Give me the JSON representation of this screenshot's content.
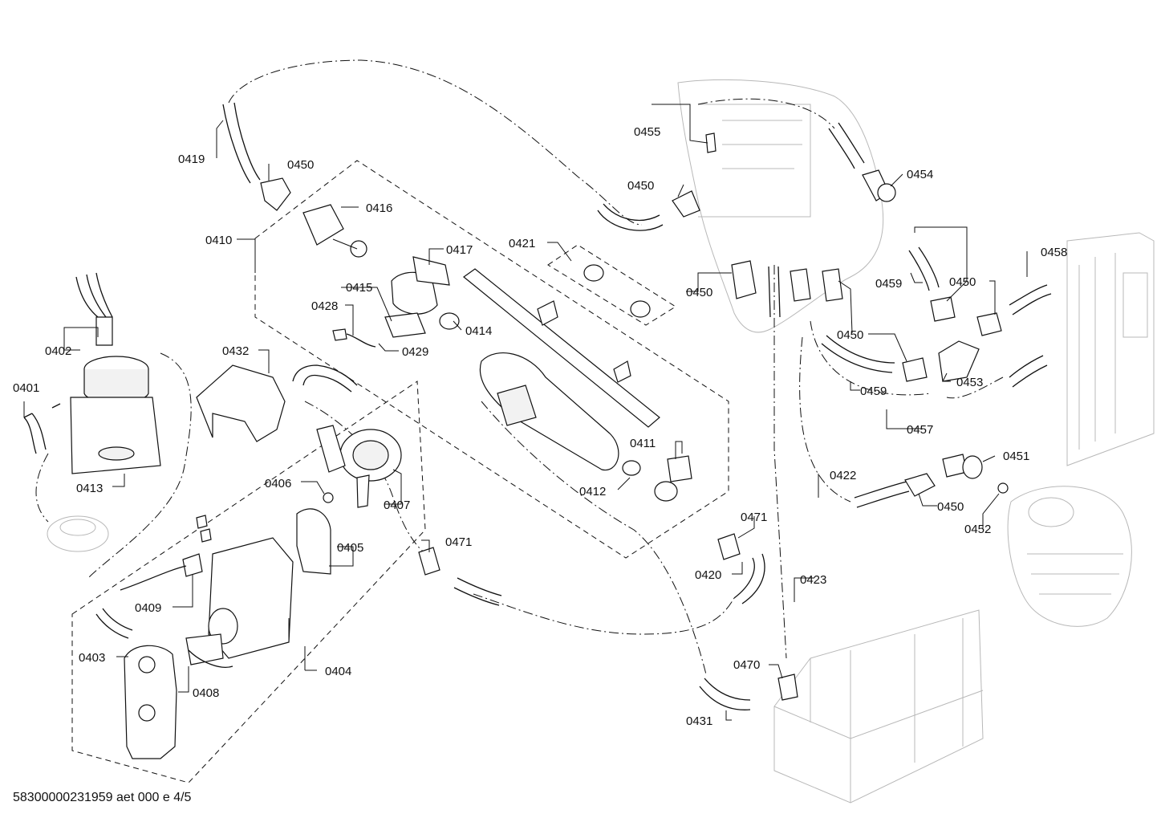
{
  "footer_text": "58300000231959 aet 000 e 4/5",
  "labels": {
    "l0401": "0401",
    "l0402": "0402",
    "l0403": "0403",
    "l0404": "0404",
    "l0405": "0405",
    "l0406": "0406",
    "l0407": "0407",
    "l0408": "0408",
    "l0409": "0409",
    "l0410": "0410",
    "l0411": "0411",
    "l0412": "0412",
    "l0413": "0413",
    "l0414": "0414",
    "l0415": "0415",
    "l0416": "0416",
    "l0417": "0417",
    "l0419": "0419",
    "l0420": "0420",
    "l0421": "0421",
    "l0422": "0422",
    "l0423": "0423",
    "l0428": "0428",
    "l0429": "0429",
    "l0431": "0431",
    "l0432": "0432",
    "l0450a": "0450",
    "l0450b": "0450",
    "l0450c": "0450",
    "l0450d": "0450",
    "l0450e": "0450",
    "l0450f": "0450",
    "l0451": "0451",
    "l0452": "0452",
    "l0453": "0453",
    "l0454": "0454",
    "l0455": "0455",
    "l0457": "0457",
    "l0458": "0458",
    "l0459a": "0459",
    "l0459b": "0459",
    "l0470": "0470",
    "l0471a": "0471",
    "l0471b": "0471"
  }
}
